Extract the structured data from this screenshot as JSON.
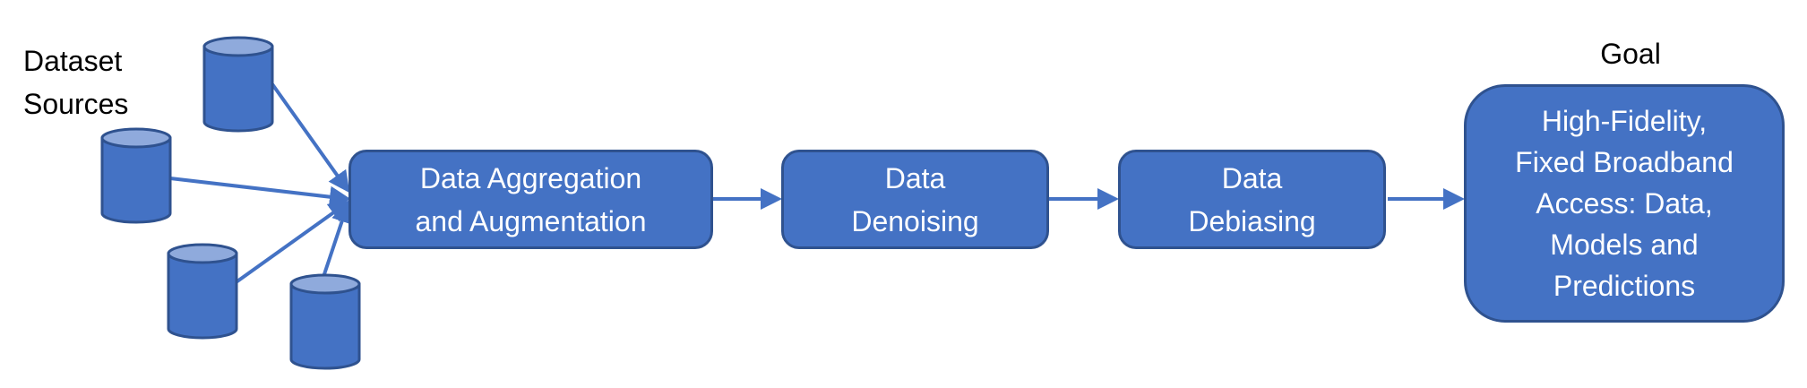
{
  "labels": {
    "dataset_sources_line1": "Dataset",
    "dataset_sources_line2": "Sources",
    "goal": "Goal"
  },
  "boxes": {
    "aggregation": [
      "Data Aggregation",
      "and Augmentation"
    ],
    "denoising": [
      "Data",
      "Denoising"
    ],
    "debiasing": [
      "Data",
      "Debiasing"
    ],
    "goal": [
      "High-Fidelity,",
      "Fixed Broadband",
      "Access: Data,",
      "Models and",
      "Predictions"
    ]
  },
  "colors": {
    "box_fill": "#4472c4",
    "box_border": "#2f528f",
    "cylinder_top": "#8faadc",
    "arrow": "#4472c4",
    "text_on_box": "#ffffff",
    "text": "#000000"
  },
  "icons": {
    "source": "database-cylinder-icon",
    "connector": "arrow-right-icon"
  }
}
